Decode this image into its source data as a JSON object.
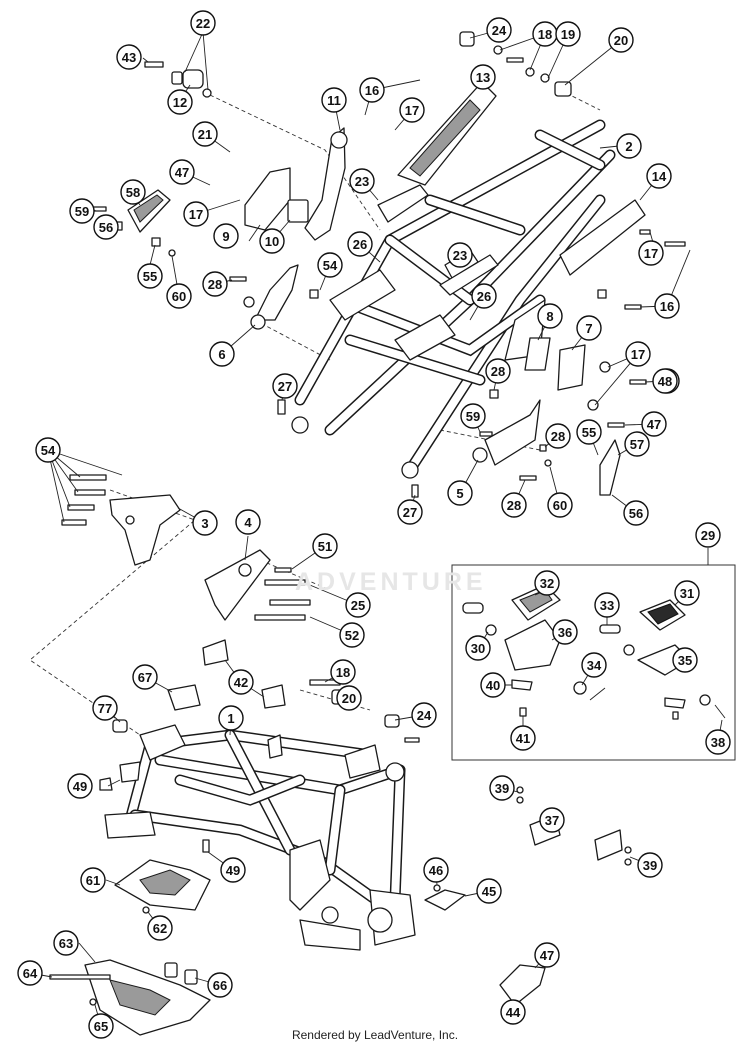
{
  "footer": {
    "text": "Rendered by LeadVenture, Inc."
  },
  "watermark": {
    "text": "ADVENTURE"
  },
  "colors": {
    "line": "#1a1a1a",
    "background": "#ffffff",
    "watermark": "#e6e6e6"
  },
  "callouts": [
    "22",
    "43",
    "12",
    "24",
    "18",
    "19",
    "20",
    "11",
    "16",
    "13",
    "17",
    "21",
    "2",
    "47",
    "23",
    "9",
    "10",
    "58",
    "59",
    "56",
    "55",
    "60",
    "14",
    "26",
    "54",
    "28",
    "6",
    "8",
    "7",
    "48",
    "27",
    "5",
    "57",
    "3",
    "4",
    "51",
    "25",
    "52",
    "29",
    "32",
    "31",
    "33",
    "30",
    "36",
    "35",
    "67",
    "42",
    "34",
    "40",
    "38",
    "41",
    "77",
    "1",
    "39",
    "37",
    "49",
    "46",
    "45",
    "61",
    "62",
    "63",
    "66",
    "64",
    "65",
    "44"
  ]
}
